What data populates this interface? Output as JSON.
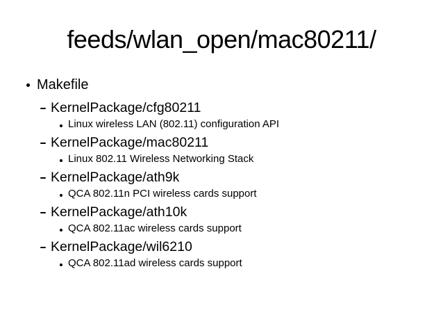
{
  "slide": {
    "title": "feeds/wlan_open/mac80211/",
    "colors": {
      "background": "#ffffff",
      "text": "#000000"
    },
    "bullets": [
      {
        "level": 1,
        "marker": "disc",
        "text": "Makefile"
      },
      {
        "level": 2,
        "marker": "dash",
        "text": "KernelPackage/cfg80211"
      },
      {
        "level": 3,
        "marker": "disc",
        "text": "Linux wireless LAN (802.11) configuration API"
      },
      {
        "level": 2,
        "marker": "dash",
        "text": "KernelPackage/mac80211"
      },
      {
        "level": 3,
        "marker": "disc",
        "text": "Linux 802.11 Wireless Networking Stack"
      },
      {
        "level": 2,
        "marker": "dash",
        "text": "KernelPackage/ath9k"
      },
      {
        "level": 3,
        "marker": "disc",
        "text": "QCA 802.11n PCI wireless cards support"
      },
      {
        "level": 2,
        "marker": "dash",
        "text": "KernelPackage/ath10k"
      },
      {
        "level": 3,
        "marker": "disc",
        "text": "QCA 802.11ac wireless cards support"
      },
      {
        "level": 2,
        "marker": "dash",
        "text": "KernelPackage/wil6210"
      },
      {
        "level": 3,
        "marker": "disc",
        "text": "QCA 802.11ad wireless cards support"
      }
    ]
  }
}
